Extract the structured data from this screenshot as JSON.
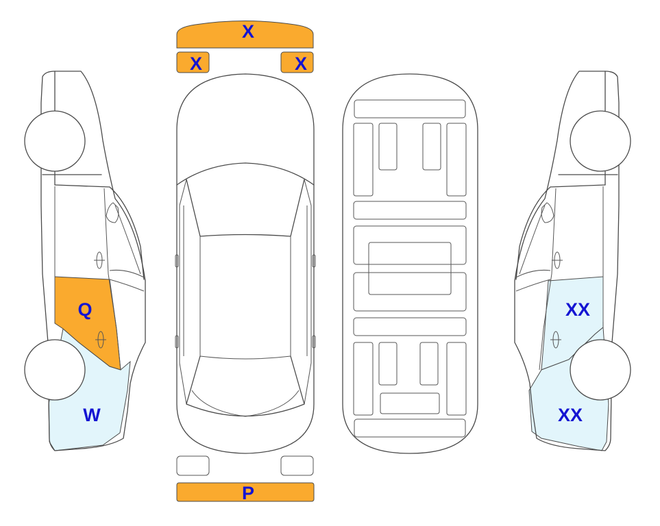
{
  "colors": {
    "damage_orange": "#FAAA2E",
    "damage_light_blue": "#E2F5FB",
    "label_blue": "#1414D2",
    "outline": "#4a4a4a"
  },
  "marks": {
    "front_bumper": "X",
    "front_left_light": "X",
    "front_right_light": "X",
    "left_rear_door": "Q",
    "left_rear_quarter": "W",
    "right_rear_door": "XX",
    "right_rear_quarter": "XX",
    "rear_bumper": "P"
  }
}
